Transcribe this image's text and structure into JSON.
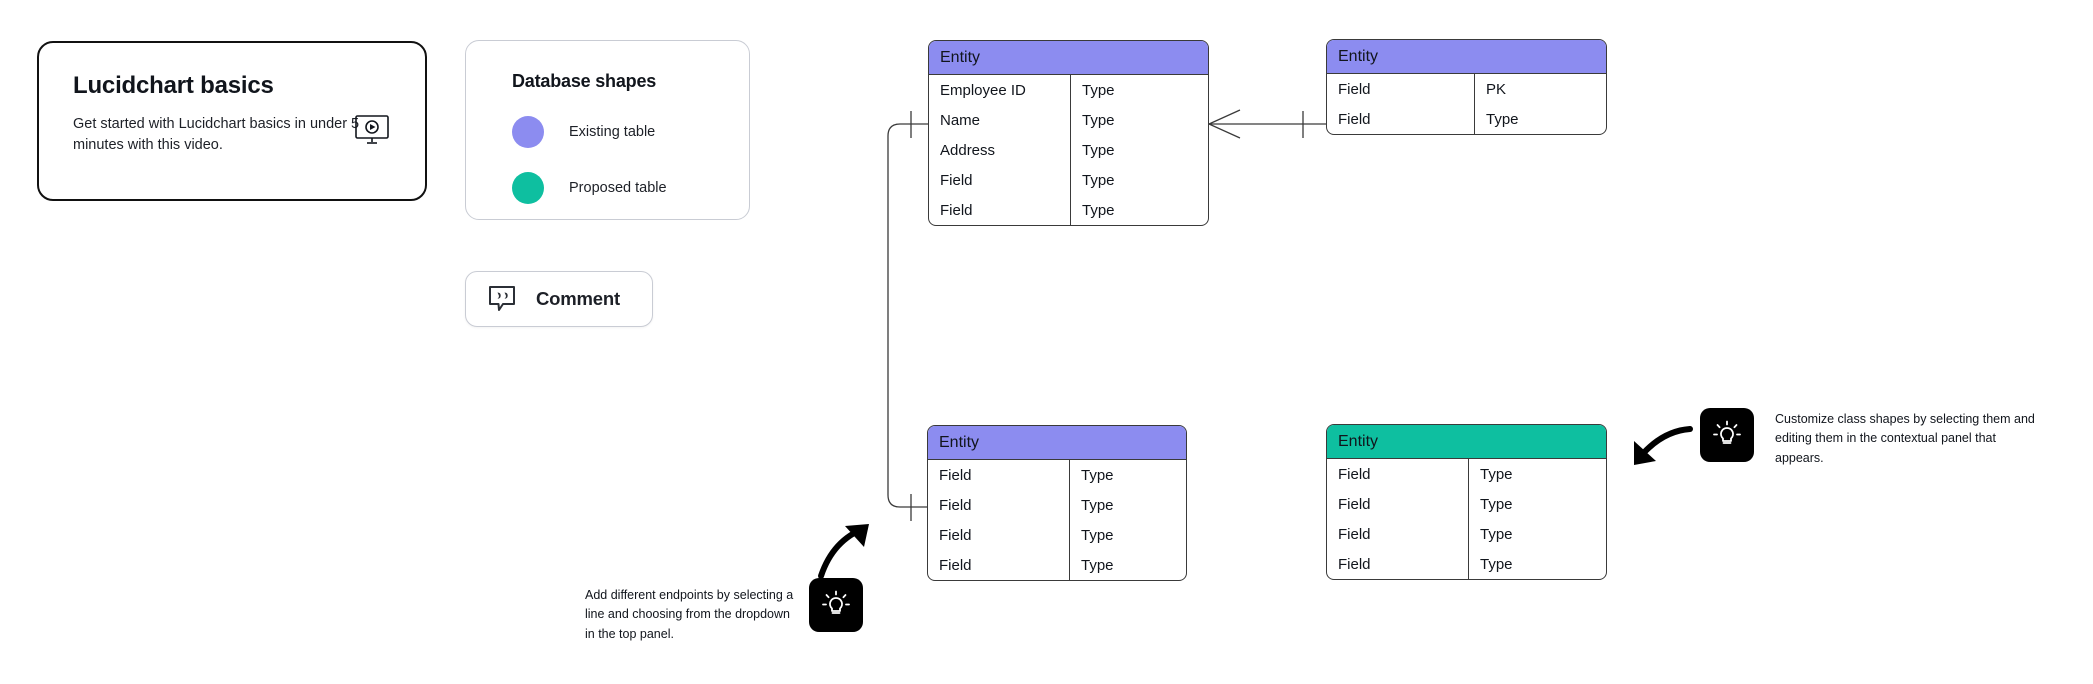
{
  "document": {
    "title": "Lucidchart basics ER diagram canvas"
  },
  "video_card": {
    "title": "Lucidchart basics",
    "description": "Get started with Lucidchart basics in under 5 minutes with this video.",
    "icon": "video-monitor-play-icon"
  },
  "legend_card": {
    "title": "Database shapes",
    "items": [
      {
        "label": "Existing table",
        "color": "#8C8CF0",
        "icon": "purple-circle-swatch"
      },
      {
        "label": "Proposed table",
        "color": "#0EBFA0",
        "icon": "teal-circle-swatch"
      }
    ]
  },
  "comment_button": {
    "label": "Comment",
    "icon": "comment-quote-icon"
  },
  "chart_data": {
    "type": "diagram",
    "diagram_kind": "entity-relationship",
    "title": "Lucidchart basics",
    "palette": {
      "existing_table_header": "#8C8CF0",
      "proposed_table_header": "#0EBFA0",
      "table_border": "#3A3A3A",
      "table_body": "#FFFFFF",
      "connector": "#3A3A3A",
      "tip_badge": "#000000"
    },
    "entities": [
      {
        "id": "entity-a",
        "name": "Entity",
        "header_color": "#8C8CF0",
        "table_kind": "Existing table",
        "columns": [
          "Field",
          "Type"
        ],
        "rows": [
          {
            "name": "Employee ID",
            "type": "Type"
          },
          {
            "name": "Name",
            "type": "Type"
          },
          {
            "name": "Address",
            "type": "Type"
          },
          {
            "name": "Field",
            "type": "Type"
          },
          {
            "name": "Field",
            "type": "Type"
          }
        ]
      },
      {
        "id": "entity-b",
        "name": "Entity",
        "header_color": "#8C8CF0",
        "table_kind": "Existing table",
        "columns": [
          "Field",
          "Type"
        ],
        "rows": [
          {
            "name": "Field",
            "type": "PK"
          },
          {
            "name": "Field",
            "type": "Type"
          }
        ]
      },
      {
        "id": "entity-c",
        "name": "Entity",
        "header_color": "#8C8CF0",
        "table_kind": "Existing table",
        "columns": [
          "Field",
          "Type"
        ],
        "rows": [
          {
            "name": "Field",
            "type": "Type"
          },
          {
            "name": "Field",
            "type": "Type"
          },
          {
            "name": "Field",
            "type": "Type"
          },
          {
            "name": "Field",
            "type": "Type"
          }
        ]
      },
      {
        "id": "entity-d",
        "name": "Entity",
        "header_color": "#0EBFA0",
        "table_kind": "Proposed table",
        "columns": [
          "Field",
          "Type"
        ],
        "rows": [
          {
            "name": "Field",
            "type": "Type"
          },
          {
            "name": "Field",
            "type": "Type"
          },
          {
            "name": "Field",
            "type": "Type"
          },
          {
            "name": "Field",
            "type": "Type"
          }
        ]
      }
    ],
    "relationships": [
      {
        "id": "rel-a-b",
        "from": "entity-a",
        "to": "entity-b",
        "from_cardinality": "many",
        "to_cardinality": "one",
        "notation": "crow's foot"
      },
      {
        "id": "rel-a-c",
        "from": "entity-a",
        "to": "entity-c",
        "from_cardinality": "one",
        "to_cardinality": "one",
        "notation": "crow's foot",
        "routing": "orthogonal-left"
      }
    ]
  },
  "tips": [
    {
      "id": "tip-endpoints",
      "icon": "lightbulb-icon",
      "text": "Add different endpoints by selecting a line and choosing from the dropdown in the top panel.",
      "arrow": "curved-arrow-up-right-icon"
    },
    {
      "id": "tip-customize",
      "icon": "lightbulb-icon",
      "text": "Customize class shapes by selecting them and editing them in the contextual panel that appears.",
      "arrow": "curved-arrow-left-down-icon"
    }
  ]
}
